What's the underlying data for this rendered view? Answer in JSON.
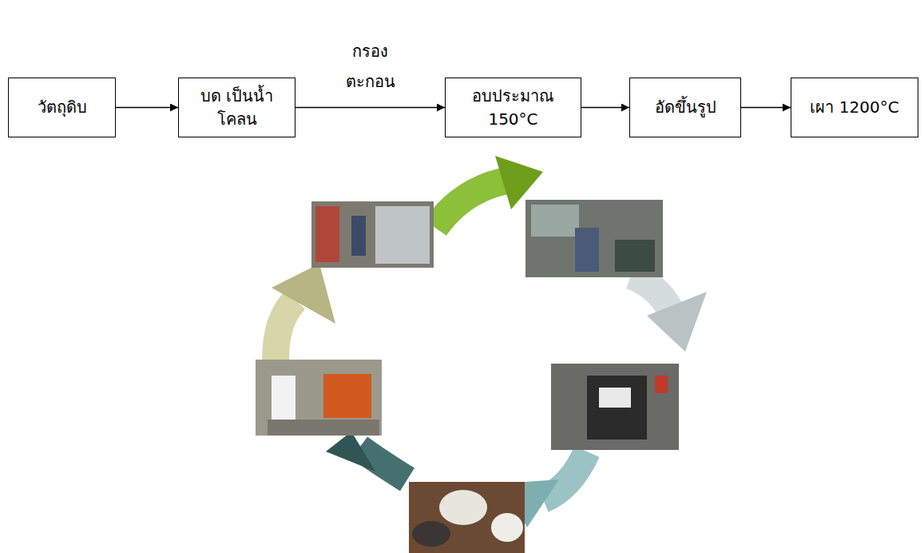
{
  "diagram": {
    "nodes": [
      {
        "text": [
          "วัตถุดิบ"
        ]
      },
      {
        "text": [
          "บด เป็นน้ำโคลน"
        ]
      },
      {
        "text": [
          "อบประมาณ 150°C"
        ]
      },
      {
        "text": [
          "อัดขึ้นรูป"
        ]
      },
      {
        "text": [
          "เผา 1200°C"
        ]
      }
    ],
    "edges": [
      {
        "from": 0,
        "to": 1,
        "arrow": "to"
      },
      {
        "from": 1,
        "to": 2,
        "arrow": "to",
        "label": "กรอง ตะกอน"
      },
      {
        "from": 2,
        "to": 3,
        "arrow": "to"
      },
      {
        "from": 3,
        "to": 4,
        "arrow": "to"
      }
    ]
  }
}
